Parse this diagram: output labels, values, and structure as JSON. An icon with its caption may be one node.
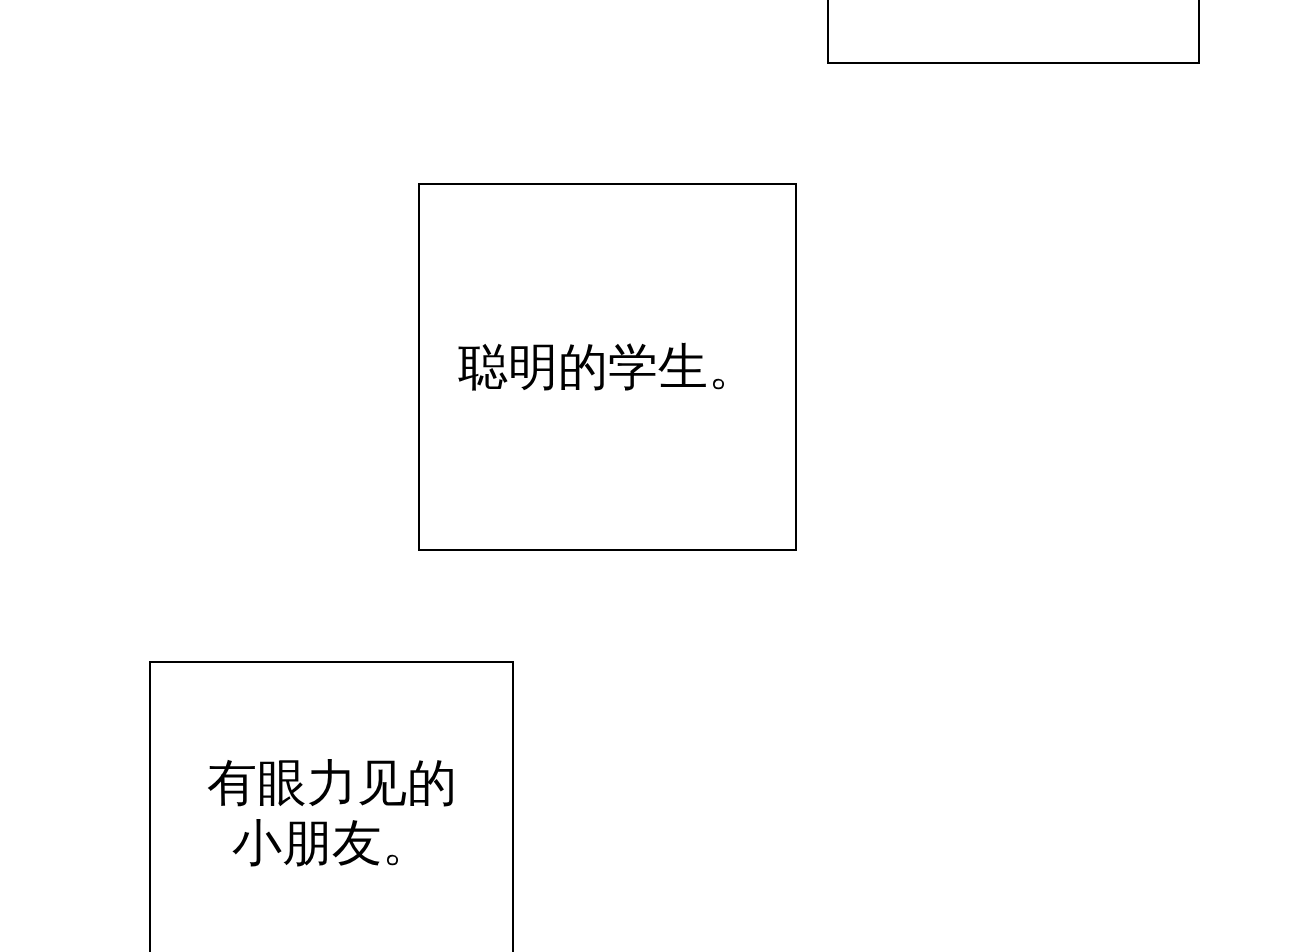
{
  "diagram": {
    "nodes": [
      {
        "text": [],
        "shape": "box"
      },
      {
        "text": [
          "聪明的学生。"
        ]
      },
      {
        "text": [
          "有眼力见的小朋友。"
        ]
      }
    ]
  }
}
